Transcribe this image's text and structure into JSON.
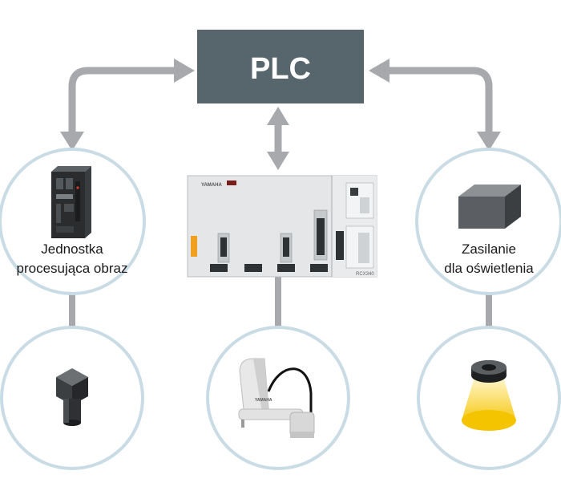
{
  "plc": {
    "label": "PLC"
  },
  "image_unit": {
    "line1": "Jednostka",
    "line2": "procesująca obraz"
  },
  "lighting": {
    "line1": "Zasilanie",
    "line2": "dla oświetlenia"
  },
  "controller": {
    "brand": "YAMAHA",
    "model": "RCX340"
  },
  "robot": {
    "brand": "YAMAHA"
  },
  "colors": {
    "plc_box": "#57656d",
    "plc_text": "#ffffff",
    "arrow": "#a7a9ac",
    "circle_stroke": "#c9dbe5",
    "light_beam": "#f5c400"
  }
}
